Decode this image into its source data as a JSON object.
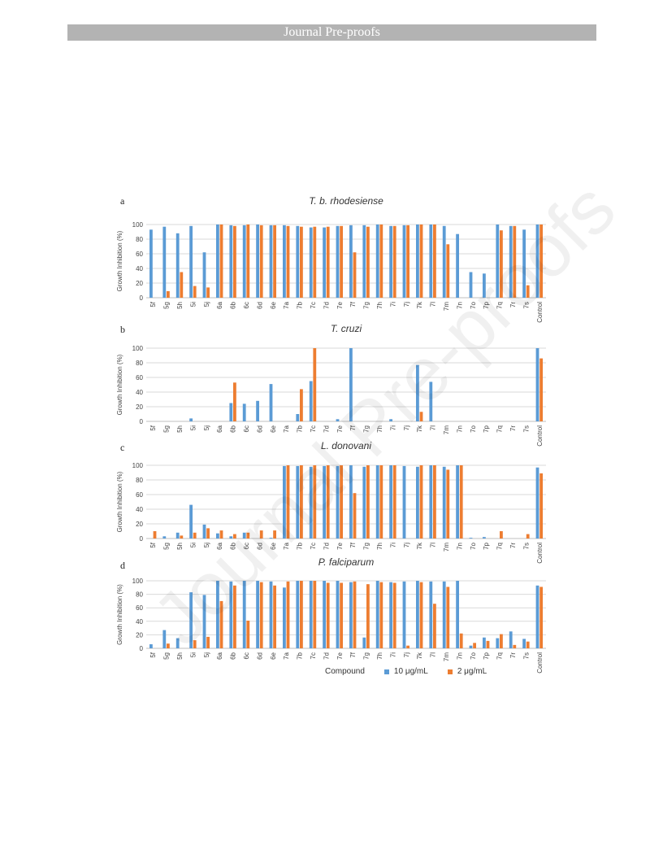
{
  "header": {
    "title": "Journal Pre-proofs"
  },
  "watermark": {
    "text": "Journal Pre-proofs"
  },
  "colors": {
    "series1": "#5b9bd5",
    "series2": "#ed7d31",
    "grid": "#d9d9d9",
    "axis": "#bfbfbf"
  },
  "legend": {
    "title": "Compound",
    "s1": "10 μg/mL",
    "s2": "2 μg/mL"
  },
  "panels": [
    {
      "letter": "a"
    },
    {
      "letter": "b"
    },
    {
      "letter": "c"
    },
    {
      "letter": "d"
    }
  ],
  "chart_data": [
    {
      "type": "bar",
      "title": "T. b. rhodesiense",
      "ylabel": "Growth Inhibition (%)",
      "ylim": [
        0,
        100
      ],
      "yticks": [
        0,
        20,
        40,
        60,
        80,
        100
      ],
      "categories": [
        "5f",
        "5g",
        "5h",
        "5i",
        "5j",
        "6a",
        "6b",
        "6c",
        "6d",
        "6e",
        "7a",
        "7b",
        "7c",
        "7d",
        "7e",
        "7f",
        "7g",
        "7h",
        "7i",
        "7j",
        "7k",
        "7l",
        "7m",
        "7n",
        "7o",
        "7p",
        "7q",
        "7r",
        "7s",
        "Control"
      ],
      "series": [
        {
          "name": "10 μg/mL",
          "values": [
            93,
            97,
            88,
            98,
            62,
            100,
            99,
            99,
            100,
            99,
            99,
            98,
            96,
            96,
            98,
            99,
            99,
            100,
            98,
            99,
            100,
            100,
            98,
            87,
            35,
            33,
            100,
            98,
            93,
            100
          ]
        },
        {
          "name": "2 μg/mL",
          "values": [
            0,
            9,
            35,
            16,
            14,
            100,
            98,
            100,
            99,
            99,
            98,
            97,
            97,
            97,
            98,
            62,
            97,
            100,
            98,
            99,
            100,
            100,
            73,
            0,
            0,
            0,
            92,
            98,
            17,
            100
          ]
        }
      ]
    },
    {
      "type": "bar",
      "title": "T. cruzi",
      "ylabel": "Growth Inhibition (%)",
      "ylim": [
        0,
        100
      ],
      "yticks": [
        0,
        20,
        40,
        60,
        80,
        100
      ],
      "categories": [
        "5f",
        "5g",
        "5h",
        "5i",
        "5j",
        "6a",
        "6b",
        "6c",
        "6d",
        "6e",
        "7a",
        "7b",
        "7c",
        "7d",
        "7e",
        "7f",
        "7g",
        "7h",
        "7i",
        "7j",
        "7k",
        "7l",
        "7m",
        "7n",
        "7o",
        "7p",
        "7q",
        "7r",
        "7s",
        "Control"
      ],
      "series": [
        {
          "name": "10 μg/mL",
          "values": [
            0,
            0,
            0,
            4,
            0,
            0,
            25,
            24,
            28,
            51,
            0,
            10,
            55,
            0,
            3,
            100,
            0,
            0,
            3,
            0,
            77,
            54,
            0,
            0,
            0,
            0,
            0,
            0,
            0,
            100
          ]
        },
        {
          "name": "2 μg/mL",
          "values": [
            0,
            0,
            0,
            0,
            0,
            0,
            53,
            0,
            0,
            0,
            0,
            44,
            100,
            0,
            0,
            0,
            0,
            0,
            0,
            0,
            13,
            0,
            0,
            0,
            0,
            0,
            0,
            0,
            0,
            86
          ]
        }
      ]
    },
    {
      "type": "bar",
      "title": "L. donovani",
      "ylabel": "Growth Inhibition (%)",
      "ylim": [
        0,
        100
      ],
      "yticks": [
        0,
        20,
        40,
        60,
        80,
        100
      ],
      "categories": [
        "5f",
        "5g",
        "5h",
        "5i",
        "5j",
        "6a",
        "6b",
        "6c",
        "6d",
        "6e",
        "7a",
        "7b",
        "7c",
        "7d",
        "7e",
        "7f",
        "7g",
        "7h",
        "7i",
        "7j",
        "7k",
        "7l",
        "7m",
        "7n",
        "7o",
        "7p",
        "7q",
        "7r",
        "7s",
        "Control"
      ],
      "series": [
        {
          "name": "10 μg/mL",
          "values": [
            0,
            3,
            8,
            46,
            19,
            7,
            3,
            8,
            0,
            1,
            99,
            99,
            98,
            99,
            99,
            100,
            98,
            100,
            100,
            99,
            98,
            100,
            98,
            100,
            1,
            2,
            0,
            0,
            0,
            97
          ]
        },
        {
          "name": "2 μg/mL",
          "values": [
            10,
            0,
            4,
            8,
            14,
            11,
            6,
            8,
            11,
            11,
            100,
            100,
            100,
            100,
            100,
            62,
            100,
            100,
            100,
            0,
            100,
            100,
            94,
            100,
            0,
            0,
            10,
            0,
            6,
            89
          ]
        }
      ]
    },
    {
      "type": "bar",
      "title": "P. falciparum",
      "ylabel": "Growth Inhibition (%)",
      "ylim": [
        0,
        100
      ],
      "yticks": [
        0,
        20,
        40,
        60,
        80,
        100
      ],
      "xlabel": "Compound",
      "categories": [
        "5f",
        "5g",
        "5h",
        "5i",
        "5j",
        "6a",
        "6b",
        "6c",
        "6d",
        "6e",
        "7a",
        "7b",
        "7c",
        "7d",
        "7e",
        "7f",
        "7g",
        "7h",
        "7i",
        "7j",
        "7k",
        "7l",
        "7m",
        "7n",
        "7o",
        "7p",
        "7q",
        "7r",
        "7s",
        "Control"
      ],
      "series": [
        {
          "name": "10 μg/mL",
          "values": [
            6,
            27,
            15,
            83,
            79,
            100,
            99,
            100,
            100,
            99,
            90,
            100,
            100,
            100,
            100,
            98,
            16,
            100,
            98,
            99,
            100,
            99,
            99,
            100,
            4,
            16,
            15,
            25,
            14,
            93
          ]
        },
        {
          "name": "2 μg/mL",
          "values": [
            0,
            7,
            0,
            12,
            17,
            70,
            93,
            41,
            98,
            93,
            99,
            100,
            100,
            97,
            97,
            99,
            95,
            98,
            97,
            4,
            98,
            66,
            91,
            22,
            8,
            11,
            21,
            5,
            10,
            91
          ]
        }
      ]
    }
  ]
}
